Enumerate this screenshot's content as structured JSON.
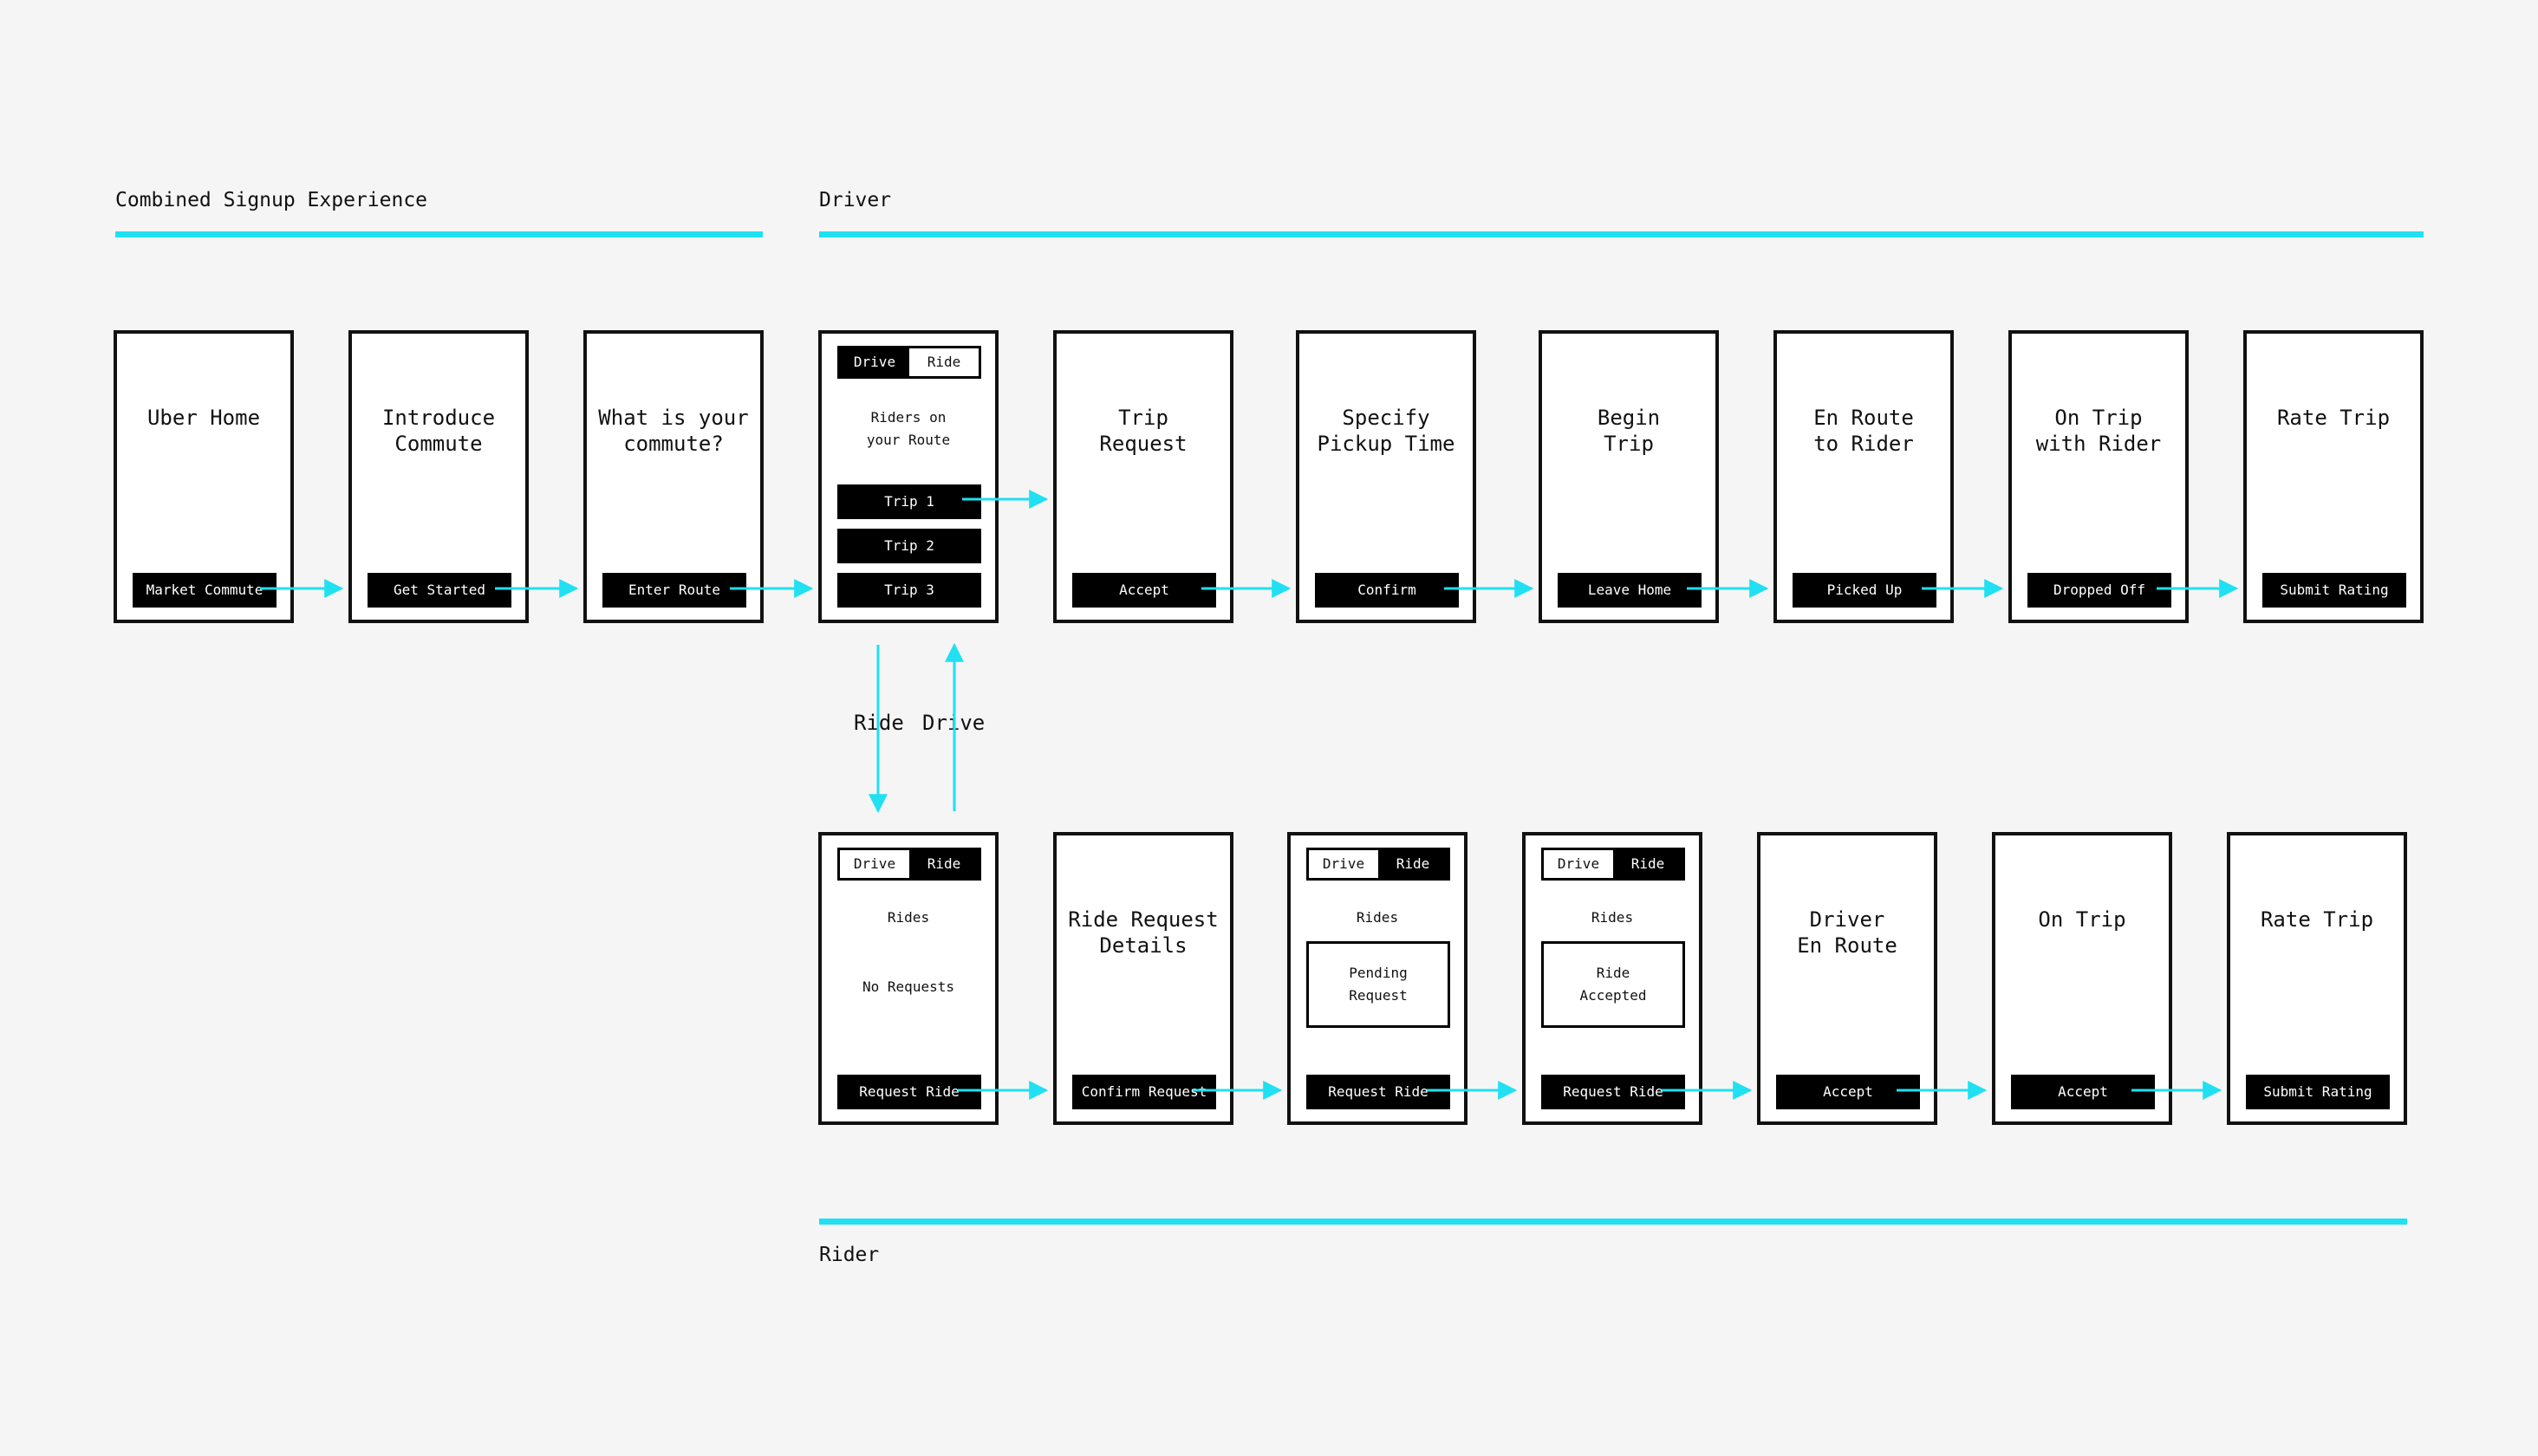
{
  "sections": {
    "signup": "Combined Signup Experience",
    "driver": "Driver",
    "rider": "Rider"
  },
  "colors": {
    "accent": "#20e0f2",
    "frame": "#111111",
    "background": "#f5f5f5"
  },
  "screens": {
    "uber_home": {
      "title": "Uber Home",
      "button": "Market Commute"
    },
    "introduce_commute": {
      "title": "Introduce\nCommute",
      "button": "Get Started"
    },
    "what_commute": {
      "title": "What is your\ncommute?",
      "button": "Enter Route"
    },
    "driver_home": {
      "toggle_drive": "Drive",
      "toggle_ride": "Ride",
      "subtitle": "Riders on\nyour Route",
      "trips": [
        "Trip 1",
        "Trip 2",
        "Trip 3"
      ]
    },
    "trip_request": {
      "title": "Trip\nRequest",
      "button": "Accept"
    },
    "specify_pickup": {
      "title": "Specify\nPickup Time",
      "button": "Confirm"
    },
    "begin_trip": {
      "title": "Begin\nTrip",
      "button": "Leave Home"
    },
    "en_route_rider": {
      "title": "En Route\nto Rider",
      "button": "Picked Up"
    },
    "on_trip_rider": {
      "title": "On Trip\nwith Rider",
      "button": "Dropped Off"
    },
    "rate_trip_driver": {
      "title": "Rate Trip",
      "button": "Submit Rating"
    },
    "rider_home": {
      "toggle_drive": "Drive",
      "toggle_ride": "Ride",
      "heading": "Rides",
      "empty": "No Requests",
      "button": "Request Ride"
    },
    "ride_request_details": {
      "title": "Ride Request\nDetails",
      "button": "Confirm Request"
    },
    "rider_pending": {
      "toggle_drive": "Drive",
      "toggle_ride": "Ride",
      "heading": "Rides",
      "card": "Pending\nRequest",
      "button": "Request Ride"
    },
    "rider_accepted": {
      "toggle_drive": "Drive",
      "toggle_ride": "Ride",
      "heading": "Rides",
      "card": "Ride\nAccepted",
      "button": "Request Ride"
    },
    "driver_en_route": {
      "title": "Driver\nEn Route",
      "button": "Accept"
    },
    "on_trip": {
      "title": "On Trip",
      "button": "Accept"
    },
    "rate_trip_rider": {
      "title": "Rate Trip",
      "button": "Submit Rating"
    }
  },
  "edges": {
    "ride_label": "Ride",
    "drive_label": "Drive"
  }
}
